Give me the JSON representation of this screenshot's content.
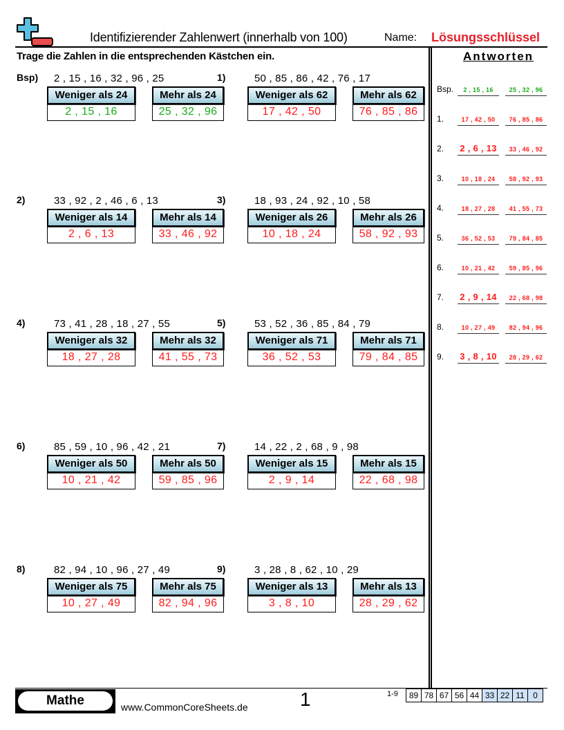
{
  "header": {
    "logo_icon": "plus-minus-logo-icon",
    "title": "Identifizierender Zahlenwert (innerhalb von 100)",
    "name_label": "Name:",
    "name_value": "Lösungsschlüssel",
    "instructions": "Trage die Zahlen in die entsprechenden Kästchen ein."
  },
  "colors": {
    "example_green": "#1aaa1a",
    "answer_red": "#ff1a1a",
    "header_box_gradient": [
      "#e9f5f9",
      "#9fcadb"
    ],
    "score_highlight": "#cfe2f7"
  },
  "problems": [
    {
      "label": "Bsp)",
      "numbers": "2 , 15 , 16 , 32 , 96 , 25",
      "less_label": "Weniger als 24",
      "more_label": "Mehr als 24",
      "less_answer": "2 , 15 , 16",
      "more_answer": "25 , 32 , 96"
    },
    {
      "label": "1)",
      "numbers": "50 , 85 , 86 , 42 , 76 , 17",
      "less_label": "Weniger als 62",
      "more_label": "Mehr als 62",
      "less_answer": "17 , 42 , 50",
      "more_answer": "76 , 85 , 86"
    },
    {
      "label": "2)",
      "numbers": "33 , 92 , 2 , 46 , 6 , 13",
      "less_label": "Weniger als 14",
      "more_label": "Mehr als 14",
      "less_answer": "2 , 6 , 13",
      "more_answer": "33 , 46 , 92"
    },
    {
      "label": "3)",
      "numbers": "18 , 93 , 24 , 92 , 10 , 58",
      "less_label": "Weniger als 26",
      "more_label": "Mehr als 26",
      "less_answer": "10 , 18 , 24",
      "more_answer": "58 , 92 , 93"
    },
    {
      "label": "4)",
      "numbers": "73 , 41 , 28 , 18 , 27 , 55",
      "less_label": "Weniger als 32",
      "more_label": "Mehr als 32",
      "less_answer": "18 , 27 , 28",
      "more_answer": "41 , 55 , 73"
    },
    {
      "label": "5)",
      "numbers": "53 , 52 , 36 , 85 , 84 , 79",
      "less_label": "Weniger als 71",
      "more_label": "Mehr als 71",
      "less_answer": "36 , 52 , 53",
      "more_answer": "79 , 84 , 85"
    },
    {
      "label": "6)",
      "numbers": "85 , 59 , 10 , 96 , 42 , 21",
      "less_label": "Weniger als 50",
      "more_label": "Mehr als 50",
      "less_answer": "10 , 21 , 42",
      "more_answer": "59 , 85 , 96"
    },
    {
      "label": "7)",
      "numbers": "14 , 22 , 2 , 68 , 9 , 98",
      "less_label": "Weniger als 15",
      "more_label": "Mehr als 15",
      "less_answer": "2 , 9 , 14",
      "more_answer": "22 , 68 , 98"
    },
    {
      "label": "8)",
      "numbers": "82 , 94 , 10 , 96 , 27 , 49",
      "less_label": "Weniger als 75",
      "more_label": "Mehr als 75",
      "less_answer": "10 , 27 , 49",
      "more_answer": "82 , 94 , 96"
    },
    {
      "label": "9)",
      "numbers": "3 , 28 , 8 , 62 , 10 , 29",
      "less_label": "Weniger als 13",
      "more_label": "Mehr als 13",
      "less_answer": "3 , 8 , 10",
      "more_answer": "28 , 29 , 62"
    }
  ],
  "answers": {
    "title": "Antworten",
    "rows": [
      {
        "num": "Bsp.",
        "a": "2 , 15 , 16",
        "b": "25 , 32 , 96"
      },
      {
        "num": "1.",
        "a": "17 , 42 , 50",
        "b": "76 , 85 , 86"
      },
      {
        "num": "2.",
        "a": "2 , 6 , 13",
        "b": "33 , 46 , 92"
      },
      {
        "num": "3.",
        "a": "10 , 18 , 24",
        "b": "58 , 92 , 93"
      },
      {
        "num": "4.",
        "a": "18 , 27 , 28",
        "b": "41 , 55 , 73"
      },
      {
        "num": "5.",
        "a": "36 , 52 , 53",
        "b": "79 , 84 , 85"
      },
      {
        "num": "6.",
        "a": "10 , 21 , 42",
        "b": "59 , 85 , 96"
      },
      {
        "num": "7.",
        "a": "2 , 9 , 14",
        "b": "22 , 68 , 98"
      },
      {
        "num": "8.",
        "a": "10 , 27 , 49",
        "b": "82 , 94 , 96"
      },
      {
        "num": "9.",
        "a": "3 , 8 , 10",
        "b": "28 , 29 , 62"
      }
    ]
  },
  "footer": {
    "subject": "Mathe",
    "site": "www.CommonCoreSheets.de",
    "page": "1",
    "score_label": "1-9",
    "scores": [
      "89",
      "78",
      "67",
      "56",
      "44",
      "33",
      "22",
      "11",
      "0"
    ]
  }
}
